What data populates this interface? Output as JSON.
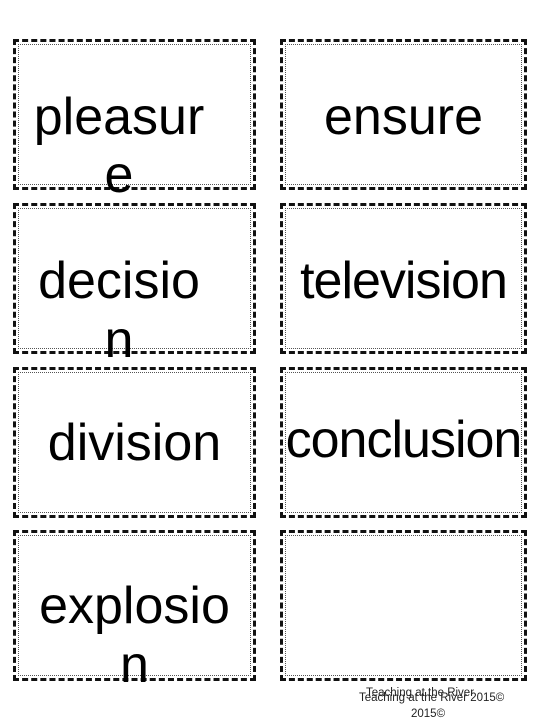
{
  "cards": [
    {
      "lines": [
        "pleasur",
        "e"
      ]
    },
    {
      "lines": [
        "ensure"
      ]
    },
    {
      "lines": [
        "decisio",
        "n"
      ]
    },
    {
      "lines": [
        "television"
      ]
    },
    {
      "lines": [
        "division"
      ]
    },
    {
      "lines": [
        "conclusion"
      ]
    },
    {
      "lines": [
        "explosio",
        "n"
      ]
    },
    {
      "lines": []
    }
  ],
  "footer": {
    "credit": "Teaching at the River 2015©",
    "credit_overlay": "Teaching at the River",
    "credit_overlay_year": "2015©"
  },
  "colors": {
    "text": "#000000",
    "border": "#111111",
    "background": "#ffffff"
  }
}
